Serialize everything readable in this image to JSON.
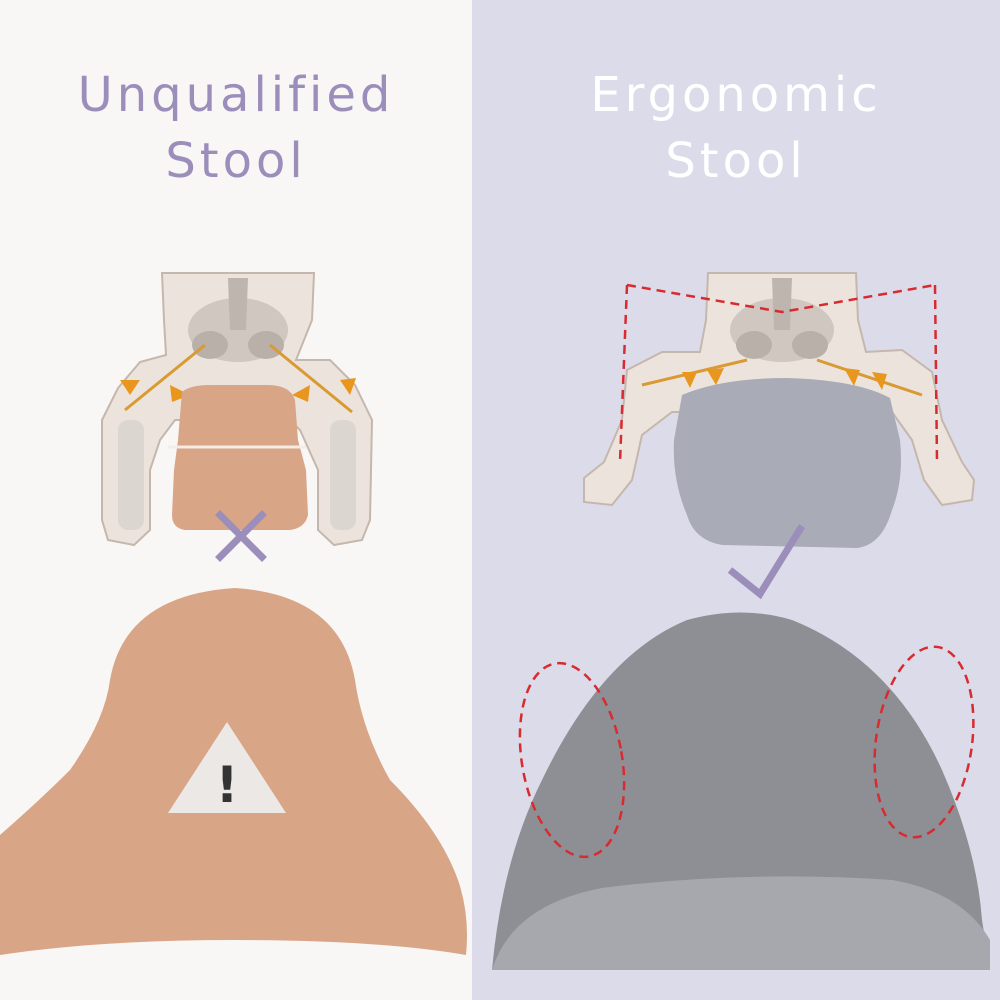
{
  "left_panel": {
    "title_line1": "Unqualified",
    "title_line2": "Stool",
    "verdict_icon": "cross-mark-icon",
    "warning_glyph": "!",
    "colors": {
      "background": "#f8f7f5",
      "title": "#9b8ebb",
      "cushion": "#d8a587",
      "mark": "#9b8ebb"
    }
  },
  "right_panel": {
    "title_line1": "Ergonomic",
    "title_line2": "Stool",
    "verdict_icon": "check-mark-icon",
    "colors": {
      "background": "#dcdbea",
      "title": "#ffffff",
      "cushion": "#8e8f94",
      "highlight": "#d82b30",
      "mark": "#9b8ebb"
    }
  }
}
